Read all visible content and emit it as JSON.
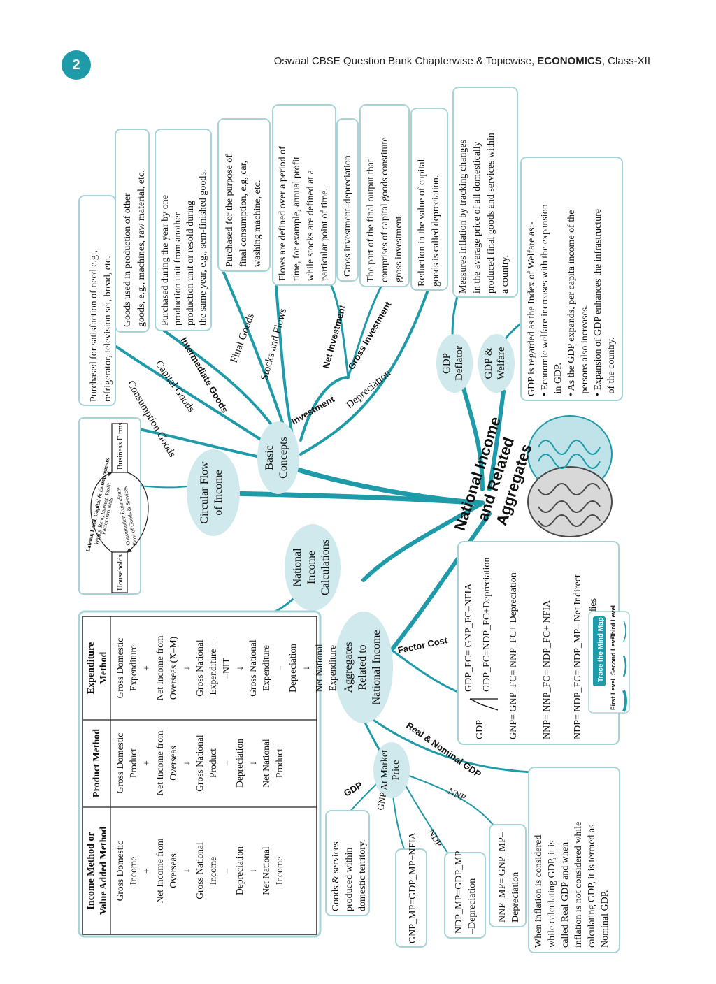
{
  "page_number": "2",
  "header": {
    "prefix": "Oswaal CBSE Question Bank Chapterwise & Topicwise, ",
    "subject": "ECONOMICS",
    "suffix": ", Class-XII"
  },
  "title": [
    "National Income",
    "and Related",
    "Aggregates"
  ],
  "nodes": {
    "basic_concepts": [
      "Basic",
      "Concepts"
    ],
    "circular_flow": [
      "Circular Flow",
      "of Income"
    ],
    "national_income_calc": [
      "National",
      "Income",
      "Calculations"
    ],
    "aggregates": [
      "Aggregates",
      "Related to",
      "National Income"
    ],
    "gdp_deflator": [
      "GDP",
      "Deflator"
    ],
    "gdp_welfare": [
      "GDP &",
      "Welfare"
    ],
    "at_market_price": [
      "At Market",
      "Price"
    ]
  },
  "branch_labels": {
    "consumption_goods": "Consumption Goods",
    "capital_goods": "Capital Goods",
    "intermediate_goods": "Intermediate Goods",
    "final_goods": "Final Goods",
    "stocks_flows": "Stocks and Flows",
    "investment": "Investment",
    "net_investment": "Net Investment",
    "gross_investment": "Gross Investment",
    "depreciation": "Depreciation",
    "factor_cost": "Factor Cost",
    "real_nominal": "Real & Nominal GDP",
    "gdp": "GDP",
    "gnp": "GNP",
    "ndp": "NDP",
    "nnp": "NNP"
  },
  "definitions": {
    "consumption_goods": [
      "Purchased for satisfaction of need e.g.,",
      "refrigerator, television set, bread, etc."
    ],
    "capital_goods": [
      "Goods used in production of other",
      "goods, e.g., machines, raw material, etc."
    ],
    "intermediate_goods": [
      "Purchased during the year by one",
      "production unit from another",
      "production unit or resold during",
      "the same year, e.g., sem-finished goods."
    ],
    "final_goods": [
      "Purchased for the purpose of",
      "final consumption, e.g, car,",
      "washing machine, etc."
    ],
    "stocks_flows": [
      "Flows are defined over a period of",
      "time, for example, annual profit",
      "while stocks are defined at a",
      "particular point of time."
    ],
    "net_investment": [
      "Gross investment–depreciation"
    ],
    "gross_investment": [
      "The part of the final output that",
      "comprises of capital goods constitute",
      "gross investment."
    ],
    "depreciation": [
      "Reduction in the value of capital",
      "goods is called depreciation."
    ],
    "gdp_deflator": [
      "Measures inflation by tracking changes",
      "in the average price of all domestically",
      "produced final goods and services within",
      "a country."
    ],
    "gdp_welfare": [
      "GDP is regarded as the Index of Welfare as:-",
      "• Economic welfare increases with the expansion",
      "   in GDP.",
      "• As the GDP expands, per capita income of the",
      "   persons also increases.",
      "• Expansion of GDP enhances the infrastructure",
      "   of the country."
    ],
    "real_nominal": [
      "When inflation is considered",
      "while calculating GDP, it is",
      "called Real GDP and when",
      "inflation is not considered while",
      "calculating GDP, it is termed as",
      "Nominal GDP."
    ],
    "gdp_mp": [
      "Goods & services",
      "produced within",
      "domestic territory."
    ],
    "gnp_mp": "GNP_MP=GDP_MP+NFIA",
    "ndp_mp": [
      "NDP_MP=GDP_MP",
      "–Depreciation"
    ],
    "nnp_mp": [
      "NNP_MP= GNP_MP–",
      "Depreciation"
    ]
  },
  "factor_cost_formulas": {
    "gdp_label": "GDP",
    "gdp_1": "GDP_FC= GNP_FC–NFIA",
    "gdp_2": "GDP_FC=NDP_FC+Depreciation",
    "gnp": "GNP=   GNP_FC= NNP_FC+ Depreciation",
    "nnp": "NNP=   NNP_FC= NDP_FC+ NFIA",
    "ndp_1": "NDP=   NDP_FC= NDP_MP– Net Indirect",
    "ndp_2": "Taxes+Subsidies"
  },
  "circular_flow_diagram": {
    "households": "Households",
    "business_firms": "Business Firms",
    "top_arrow": "Labour, Land, Capital & Entrepreneurs",
    "top_sub": "Wages, Rent, Interest, Profit",
    "top_sub2": "Factor payments",
    "bottom_arrow": "Consumption Expenditure",
    "bottom_sub": "Flow of Goods & Services"
  },
  "methods_table": {
    "headers": [
      "Income Method or Value Added Method",
      "Product Method",
      "Expenditure Method"
    ],
    "header_lines": [
      [
        "Income Method or",
        "Value Added Method"
      ],
      [
        "Product Method"
      ],
      [
        "Expenditure",
        "Method"
      ]
    ],
    "columns": [
      [
        "Gross Domestic",
        "Income",
        "+",
        "Net Income from",
        "Overseas",
        "↓",
        "Gross National",
        "Income",
        "–",
        "Depreciation",
        "↓",
        "Net National",
        "Income"
      ],
      [
        "Gross Domestic",
        "Product",
        "+",
        "Net Income from",
        "Overseas",
        "↓",
        "Gross National",
        "Product",
        "–",
        "Depreciation",
        "↓",
        "Net National",
        "Product"
      ],
      [
        "Gross Domestic",
        "Expenditure",
        "+",
        "Net Income from",
        "Overseas (X–M)",
        "↓",
        "Gross National",
        "Expenditure +",
        "–NIT",
        "↓",
        "Gross National",
        "Expenditure",
        "–",
        "Depreciation",
        "↓",
        "Net National",
        "Expenditure"
      ]
    ]
  },
  "legend": {
    "title": "Trace the Mind Map",
    "levels": [
      "First Level",
      "Second Level",
      "Third Level"
    ]
  },
  "colors": {
    "accent": "#1f9aa8",
    "bubble": "#cfe9ec",
    "box_border": "#a8d3d8",
    "brain_light": "#bfe3e8",
    "brain_dark": "#4a4a4a"
  }
}
